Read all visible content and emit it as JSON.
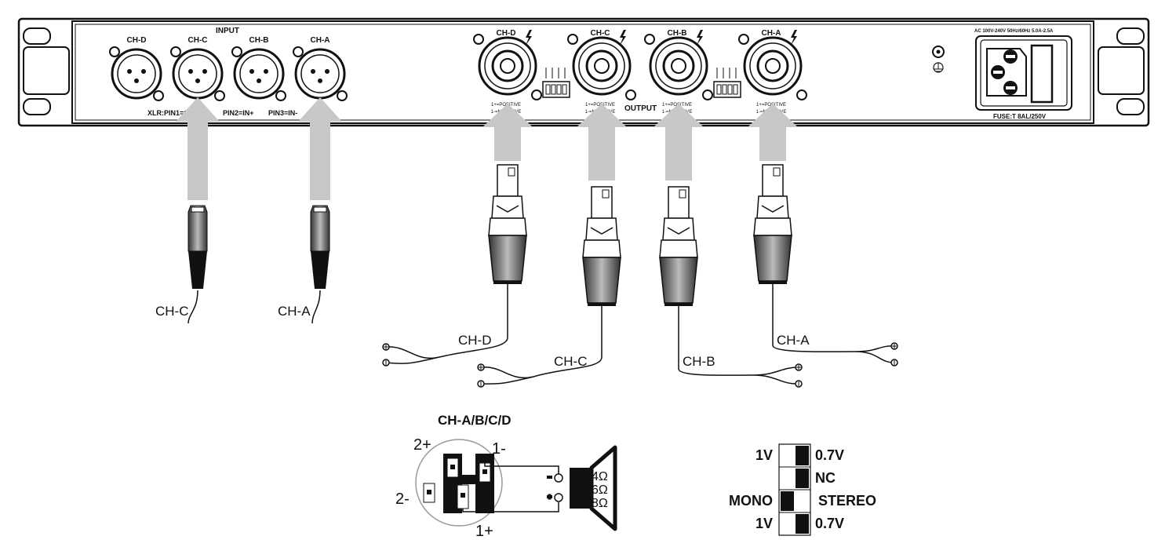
{
  "panel": {
    "input_heading": "INPUT",
    "output_heading": "OUTPUT",
    "input_channels": [
      "CH-D",
      "CH-C",
      "CH-B",
      "CH-A"
    ],
    "output_channels": [
      "CH-D",
      "CH-C",
      "CH-B",
      "CH-A"
    ],
    "xlr_pin1": "XLR:PIN1=GND",
    "xlr_pin2": "PIN2=IN+",
    "xlr_pin3": "PIN3=IN-",
    "speakon_pos": "1+=POSITIVE",
    "speakon_neg": "1-=NEGATIVE",
    "power_rating": "AC 100V-240V 50Hz/60Hz 5.0A-2.5A",
    "fuse": "FUSE:T 8AL/250V"
  },
  "cables": {
    "input_labels": [
      "CH-C",
      "CH-A"
    ],
    "output_labels": [
      "CH-D",
      "CH-C",
      "CH-B",
      "CH-A"
    ]
  },
  "wiring_diagram": {
    "title": "CH-A/B/C/D",
    "pins": {
      "p2plus": "2+",
      "p1minus": "1-",
      "p2minus": "2-",
      "p1plus": "1+"
    },
    "impedances": [
      "4Ω",
      "6Ω",
      "8Ω"
    ]
  },
  "dip_switches": [
    {
      "left": "1V",
      "right": "0.7V"
    },
    {
      "left": "",
      "right": "NC"
    },
    {
      "left": "MONO",
      "right": "STEREO"
    },
    {
      "left": "1V",
      "right": "0.7V"
    }
  ]
}
